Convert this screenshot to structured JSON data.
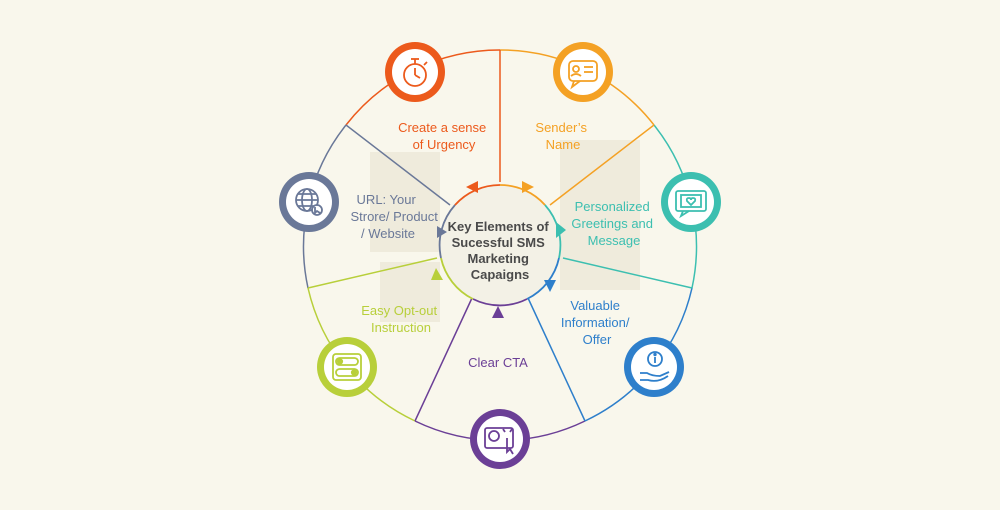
{
  "center": {
    "lines": [
      "Key Elements of",
      "Sucessful SMS",
      "Marketing",
      "Capaigns"
    ]
  },
  "elements": [
    {
      "id": "urgency",
      "lines": [
        "Create a sense",
        "of Urgency"
      ],
      "color": "#ec5a1c",
      "icon": "stopwatch-icon"
    },
    {
      "id": "sender",
      "lines": [
        "Sender’s",
        "Name"
      ],
      "color": "#f4a124",
      "icon": "sender-name-chat-icon"
    },
    {
      "id": "greeting",
      "lines": [
        "Personalized",
        "Greetings and",
        "Message"
      ],
      "color": "#3cbfb0",
      "icon": "greeting-card-icon"
    },
    {
      "id": "offer",
      "lines": [
        "Valuable",
        "Information/",
        "Offer"
      ],
      "color": "#2e7fcb",
      "icon": "info-hand-icon"
    },
    {
      "id": "cta",
      "lines": [
        "Clear CTA"
      ],
      "color": "#6b3f96",
      "icon": "cta-click-icon"
    },
    {
      "id": "optout",
      "lines": [
        "Easy Opt-out",
        "Instruction"
      ],
      "color": "#b8cf3a",
      "icon": "toggle-switch-icon"
    },
    {
      "id": "url",
      "lines": [
        "URL: Your",
        "Strore/ Product",
        "/ Website"
      ],
      "color": "#6a7898",
      "icon": "globe-cursor-icon"
    }
  ]
}
